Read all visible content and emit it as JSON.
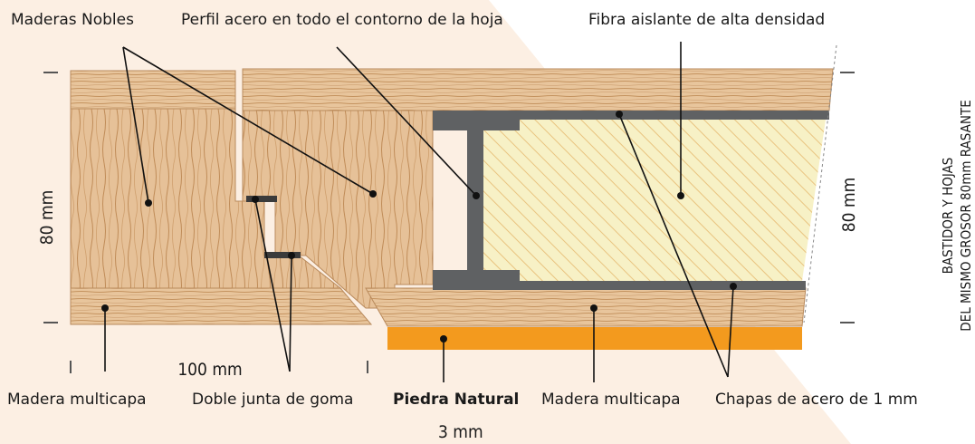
{
  "labels": {
    "maderas_nobles": "Maderas Nobles",
    "perfil_acero": "Perfil acero en todo el contorno de la hoja",
    "fibra_aislante": "Fibra aislante de alta densidad",
    "madera_multicapa_left": "Madera multicapa",
    "doble_junta": "Doble junta de goma",
    "piedra_natural": "Piedra Natural",
    "piedra_grosor": "3 mm",
    "madera_multicapa_right": "Madera multicapa",
    "chapas_acero": "Chapas de acero de 1 mm"
  },
  "dimensions": {
    "left_height": "80 mm",
    "right_height": "80 mm",
    "width": "100 mm"
  },
  "side_caption": {
    "line1": "BASTIDOR Y HOJAS",
    "line2": "DEL MISMO GROSOR 80mm RASANTE"
  },
  "colors": {
    "background_panel": "#fbeee2",
    "wood_light": "#e9c9a3",
    "wood_grain": "#c89a6c",
    "steel": "#5f6163",
    "insulation": "#f6f0c2",
    "insulation_hatch": "#e6c07a",
    "stone": "#f39a1e"
  }
}
